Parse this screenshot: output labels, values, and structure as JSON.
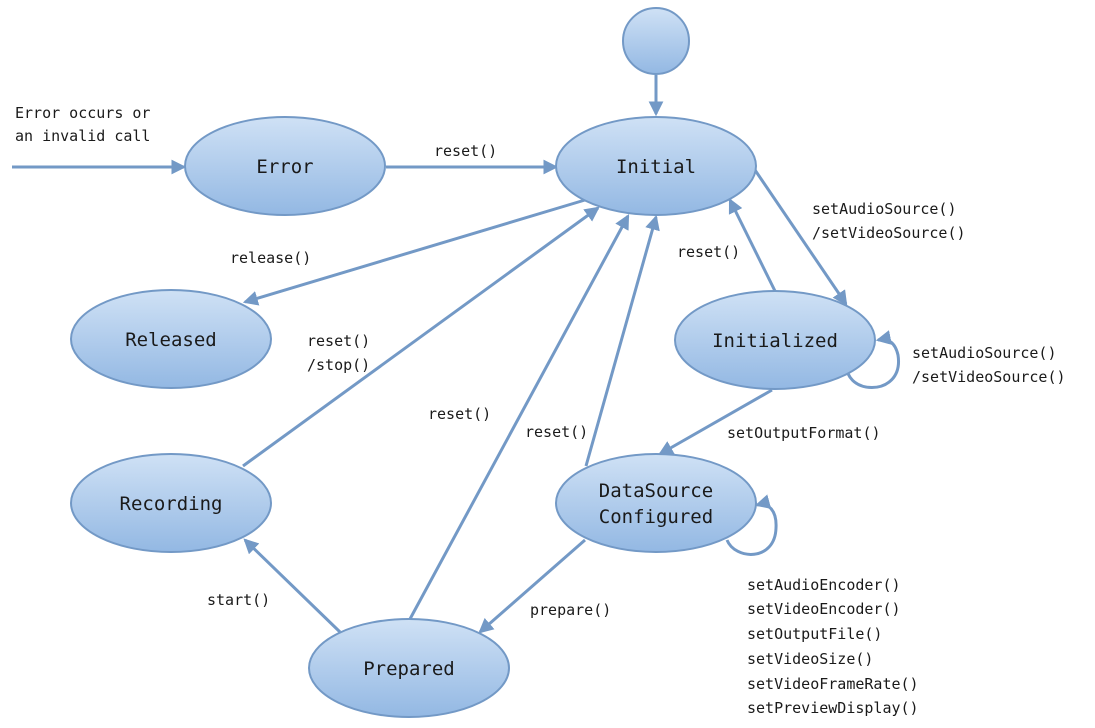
{
  "colors": {
    "node_fill_top": "#cfe1f5",
    "node_fill_bottom": "#93b8e3",
    "node_stroke": "#7399c6",
    "edge": "#7399c6",
    "text": "#1a1a1a"
  },
  "states": {
    "error": "Error",
    "initial": "Initial",
    "released": "Released",
    "initialized": "Initialized",
    "recording": "Recording",
    "datasource_line1": "DataSource",
    "datasource_line2": "Configured",
    "prepared": "Prepared"
  },
  "transitions": {
    "error_occurs_line1": "Error occurs or",
    "error_occurs_line2": "an invalid call",
    "error_reset": "reset()",
    "release": "release()",
    "set_source_line1": "setAudioSource()",
    "set_source_line2": "/setVideoSource()",
    "initialized_reset": "reset()",
    "initialized_self_line1": "setAudioSource()",
    "initialized_self_line2": "/setVideoSource()",
    "recording_reset_line1": "reset()",
    "recording_reset_line2": "/stop()",
    "prepared_reset": "reset()",
    "datasource_reset": "reset()",
    "set_output_format": "setOutputFormat()",
    "start": "start()",
    "prepare": "prepare()",
    "datasource_self": [
      "setAudioEncoder()",
      "setVideoEncoder()",
      "setOutputFile()",
      "setVideoSize()",
      "setVideoFrameRate()",
      "setPreviewDisplay()"
    ]
  }
}
